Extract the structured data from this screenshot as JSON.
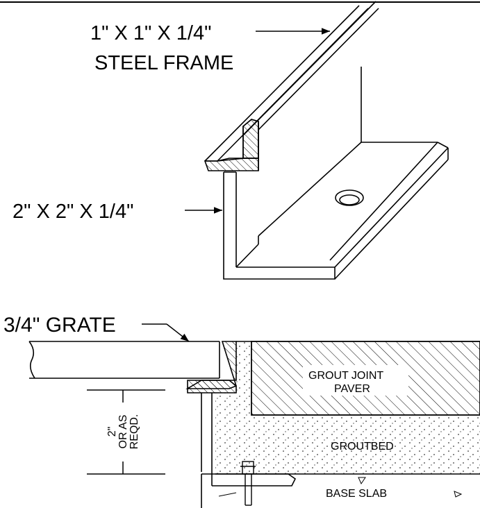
{
  "labels": {
    "steel_frame_dim": "1\" X 1\" X 1/4\"",
    "steel_frame_name": "STEEL FRAME",
    "angle_dim": "2\" X 2\" X 1/4\"",
    "grate": "3/4\" GRATE",
    "grout_joint": "GROUT JOINT",
    "paver": "PAVER",
    "groutbed": "GROUTBED",
    "base_slab": "BASE SLAB",
    "clearance_line1": "2\"",
    "clearance_line2": "OR AS",
    "clearance_line3": "REQD."
  }
}
